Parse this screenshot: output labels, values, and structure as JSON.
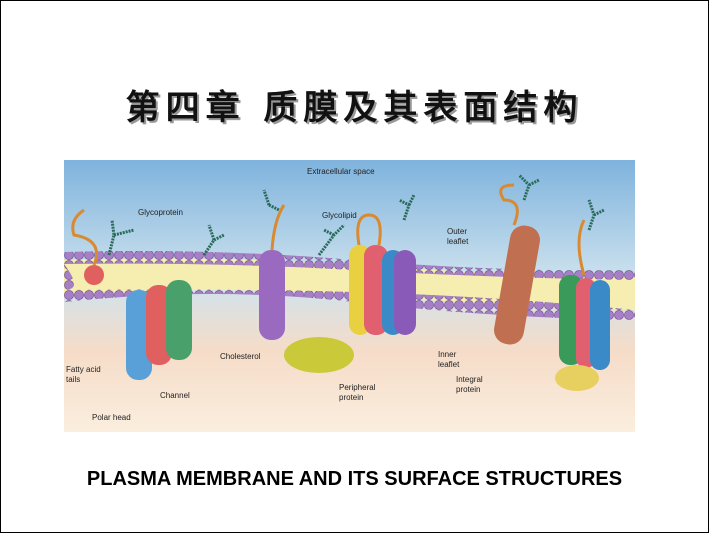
{
  "slide": {
    "title": "第四章  质膜及其表面结构",
    "subtitle": "PLASMA MEMBRANE AND ITS SURFACE STRUCTURES"
  },
  "figure": {
    "labels": {
      "extracellular": "Extracellular space",
      "glycoprotein": "Glycoprotein",
      "glycolipid": "Glycolipid",
      "outer1": "Outer",
      "outer2": "leaflet",
      "inner1": "Inner",
      "inner2": "leaflet",
      "fatty1": "Fatty acid",
      "fatty2": "tails",
      "polar": "Polar head",
      "channel": "Channel",
      "cholesterol": "Cholesterol",
      "peripheral1": "Peripheral",
      "peripheral2": "protein",
      "integral1": "Integral",
      "integral2": "protein"
    }
  }
}
